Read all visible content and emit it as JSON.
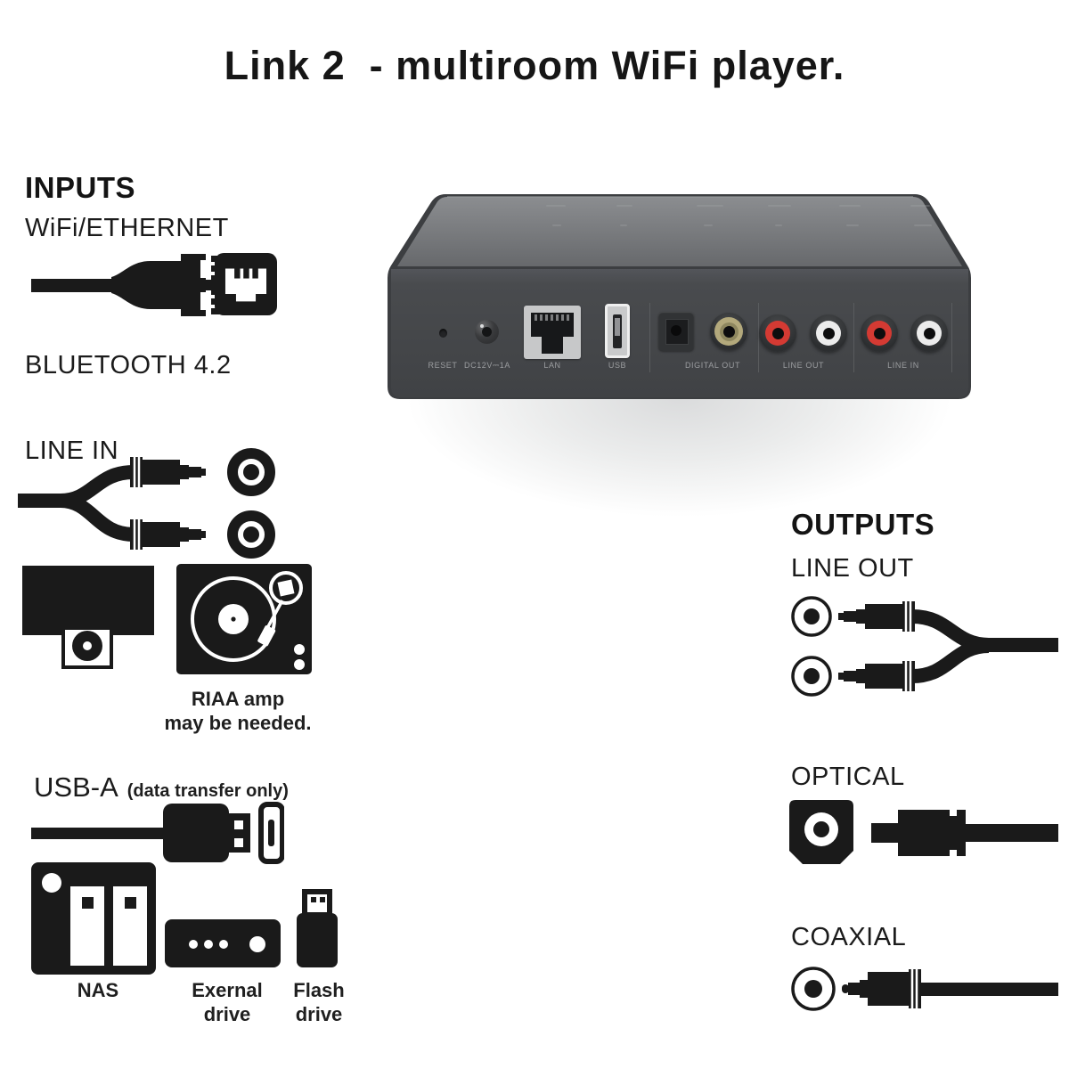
{
  "title": "Link 2  - multiroom WiFi player.",
  "inputs": {
    "heading": "INPUTS",
    "wifi_ethernet_label": "WiFi/ETHERNET",
    "bluetooth_label": "BLUETOOTH 4.2",
    "line_in_label": "LINE IN",
    "riaa_note": "RIAA amp\nmay be needed.",
    "usb_heading": "USB-A",
    "usb_note": "(data transfer only)",
    "nas_label": "NAS",
    "external_drive_label": "Exernal\ndrive",
    "flash_drive_label": "Flash\ndrive"
  },
  "outputs": {
    "heading": "OUTPUTS",
    "line_out_label": "LINE OUT",
    "optical_label": "OPTICAL",
    "coaxial_label": "COAXIAL"
  },
  "device": {
    "port_labels": [
      "RESET",
      "DC12V⎓1A",
      "LAN",
      "USB",
      "DIGITAL OUT",
      "LINE OUT",
      "LINE IN"
    ]
  },
  "icons": {
    "ethernet-cable-icon": "RJ45 cable plug",
    "ethernet-port-icon": "RJ45 socket",
    "rca-y-cable-in-icon": "stereo RCA Y cable with two jacks",
    "cd-player-icon": "CD player with disc",
    "turntable-icon": "record player",
    "usb-cable-icon": "USB-A cable plug and socket",
    "nas-icon": "network attached storage",
    "external-drive-icon": "external hard drive",
    "flash-drive-icon": "USB flash drive",
    "rca-y-cable-out-icon": "stereo RCA Y cable with two jacks",
    "optical-cable-icon": "toslink port and plug",
    "coaxial-cable-icon": "coaxial RCA jack and plug"
  },
  "colors": {
    "ink": "#1a1a1a",
    "device_front": "#47494c",
    "device_top": "#808285",
    "port_label_gray": "#9b9da0",
    "rca_red": "#d43a33",
    "rca_white": "#ececec",
    "coax_gold": "#b3a97c",
    "lan_bezel_silver": "#c7c8c9",
    "background": "#ffffff"
  }
}
